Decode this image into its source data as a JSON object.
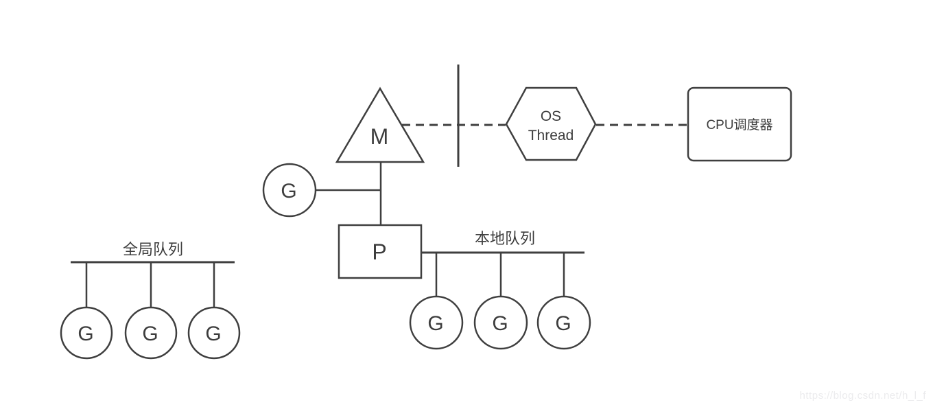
{
  "nodes": {
    "machine": {
      "label": "M"
    },
    "processor": {
      "label": "P"
    },
    "waiting_goroutine": {
      "label": "G"
    },
    "os_thread": {
      "line1": "OS",
      "line2": "Thread"
    },
    "cpu_scheduler": {
      "label": "CPU调度器"
    }
  },
  "global_queue": {
    "label": "全局队列",
    "goroutines": [
      "G",
      "G",
      "G"
    ]
  },
  "local_queue": {
    "label": "本地队列",
    "goroutines": [
      "G",
      "G",
      "G"
    ]
  },
  "watermark": {
    "text": "https://blog.csdn.net/h_l_f"
  },
  "colors": {
    "stroke": "#3f3f3f",
    "text": "#3d3d3d",
    "watermark": "#ebebed",
    "background": "#ffffff"
  }
}
